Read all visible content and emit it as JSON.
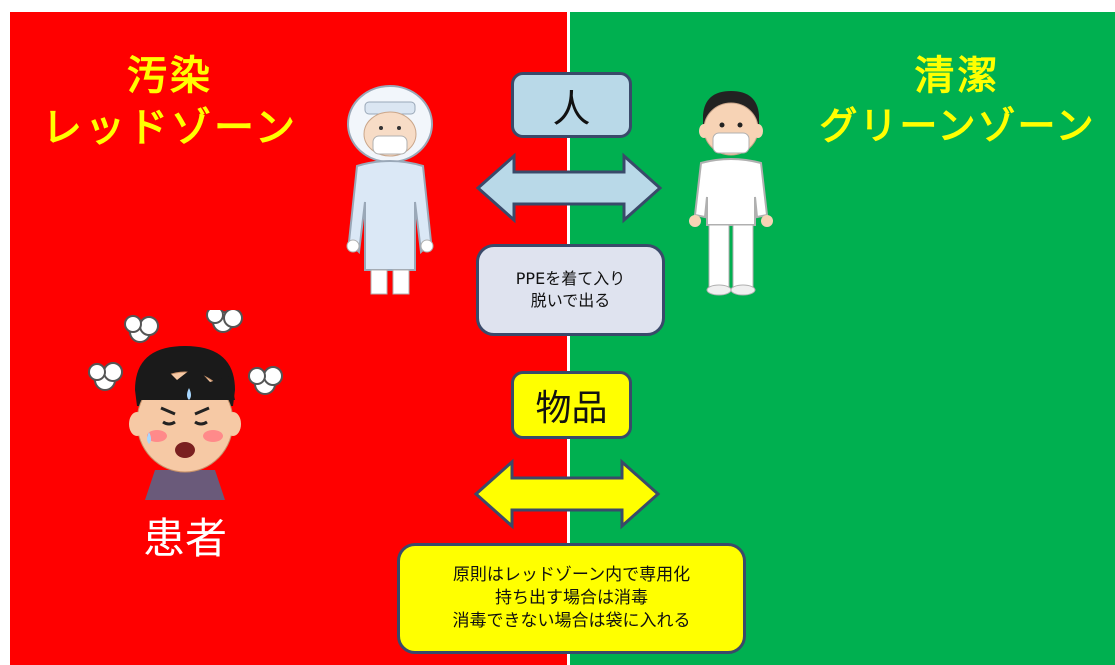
{
  "colors": {
    "red_zone": "#ff0000",
    "green_zone": "#00b050",
    "title_text": "#ffff00",
    "person_box": "#b9d9e8",
    "items_box": "#ffff00",
    "ppe_note": "#dfe3ef"
  },
  "red_zone": {
    "title_line1": "汚染",
    "title_line2": "レッドゾーン"
  },
  "green_zone": {
    "title_line1": "清潔",
    "title_line2": "グリーンゾーン"
  },
  "person_flow": {
    "label": "人",
    "note_line1": "PPEを着て入り",
    "note_line2": "脱いで出る"
  },
  "items_flow": {
    "label": "物品",
    "note_line1": "原則はレッドゾーン内で専用化",
    "note_line2": "持ち出す場合は消毒",
    "note_line3": "消毒できない場合は袋に入れる"
  },
  "patient": {
    "caption": "患者"
  },
  "icons": [
    "worker-in-ppe-icon",
    "staff-in-uniform-icon",
    "sick-patient-icon",
    "double-arrow-icon"
  ]
}
